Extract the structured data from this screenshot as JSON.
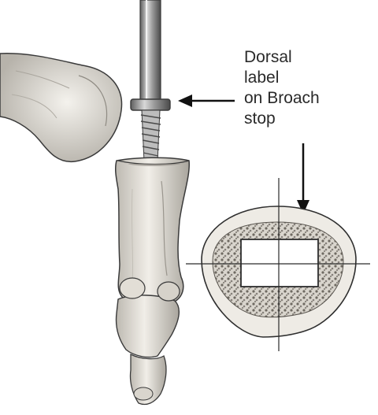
{
  "callout": {
    "lines": [
      "Dorsal",
      "label",
      "on Broach",
      "stop"
    ]
  },
  "colors": {
    "bone_fill": "#e9e6df",
    "bone_shade": "#9a9790",
    "outline": "#3a3a3a",
    "metal_light": "#c9c9c9",
    "metal_dark": "#6c6c6c",
    "cancellous": "#8f8a82",
    "background": "#ffffff"
  }
}
